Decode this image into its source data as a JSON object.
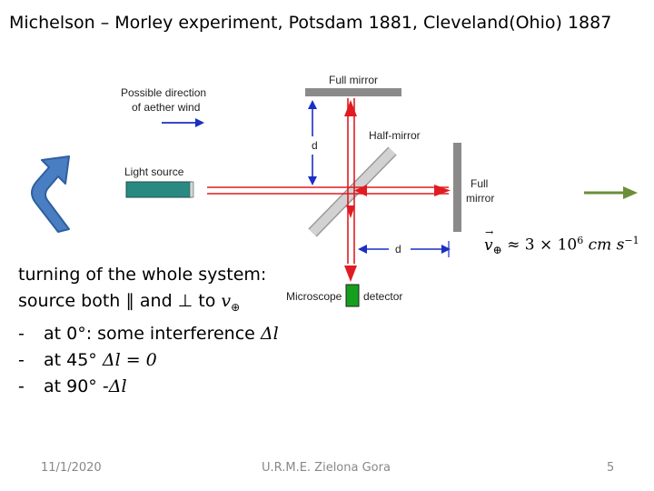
{
  "title": "Michelson – Morley experiment, Potsdam 1881, Cleveland(Ohio) 1887",
  "diagram": {
    "full_mirror_top": "Full mirror",
    "possible_direction": [
      "Possible direction",
      "of aether wind"
    ],
    "half_mirror": "Half-mirror",
    "d_vertical": "d",
    "light_source": "Light source",
    "full_mirror_right": [
      "Full",
      "mirror"
    ],
    "d_horizontal": "d",
    "microscope": "Microscope",
    "detector": "detector"
  },
  "formula": {
    "v": "v",
    "sub": "⊕",
    "approx": " ≈ 3 × 10",
    "exp": "6",
    "unit": " cm s",
    "unit_exp": "−1"
  },
  "body": {
    "line1": "turning of the whole system:",
    "line2_a": "source both ∥ and ⊥ to ",
    "line2_v": "v",
    "line2_sub": "⊕",
    "bullets": [
      {
        "dash": "-",
        "text": "at 0°: some interference ",
        "math": "Δl"
      },
      {
        "dash": "-",
        "text": "at 45° ",
        "math": "Δl = 0"
      },
      {
        "dash": "-",
        "text": "at 90° -",
        "math": "Δl"
      }
    ]
  },
  "colors": {
    "beam": "#e11b22",
    "arrow_blue": "#1a2fc4",
    "mirror": "#8a8a8a",
    "half_mirror": "#c9c9c9",
    "source": "#2a8a82",
    "detector": "#14a01e",
    "rotate_icon": "#4a7ec2",
    "wind_arrow": "#6b8e3a"
  },
  "footer": {
    "date": "11/1/2020",
    "center": "U.R.M.E. Zielona Gora",
    "page": "5"
  }
}
